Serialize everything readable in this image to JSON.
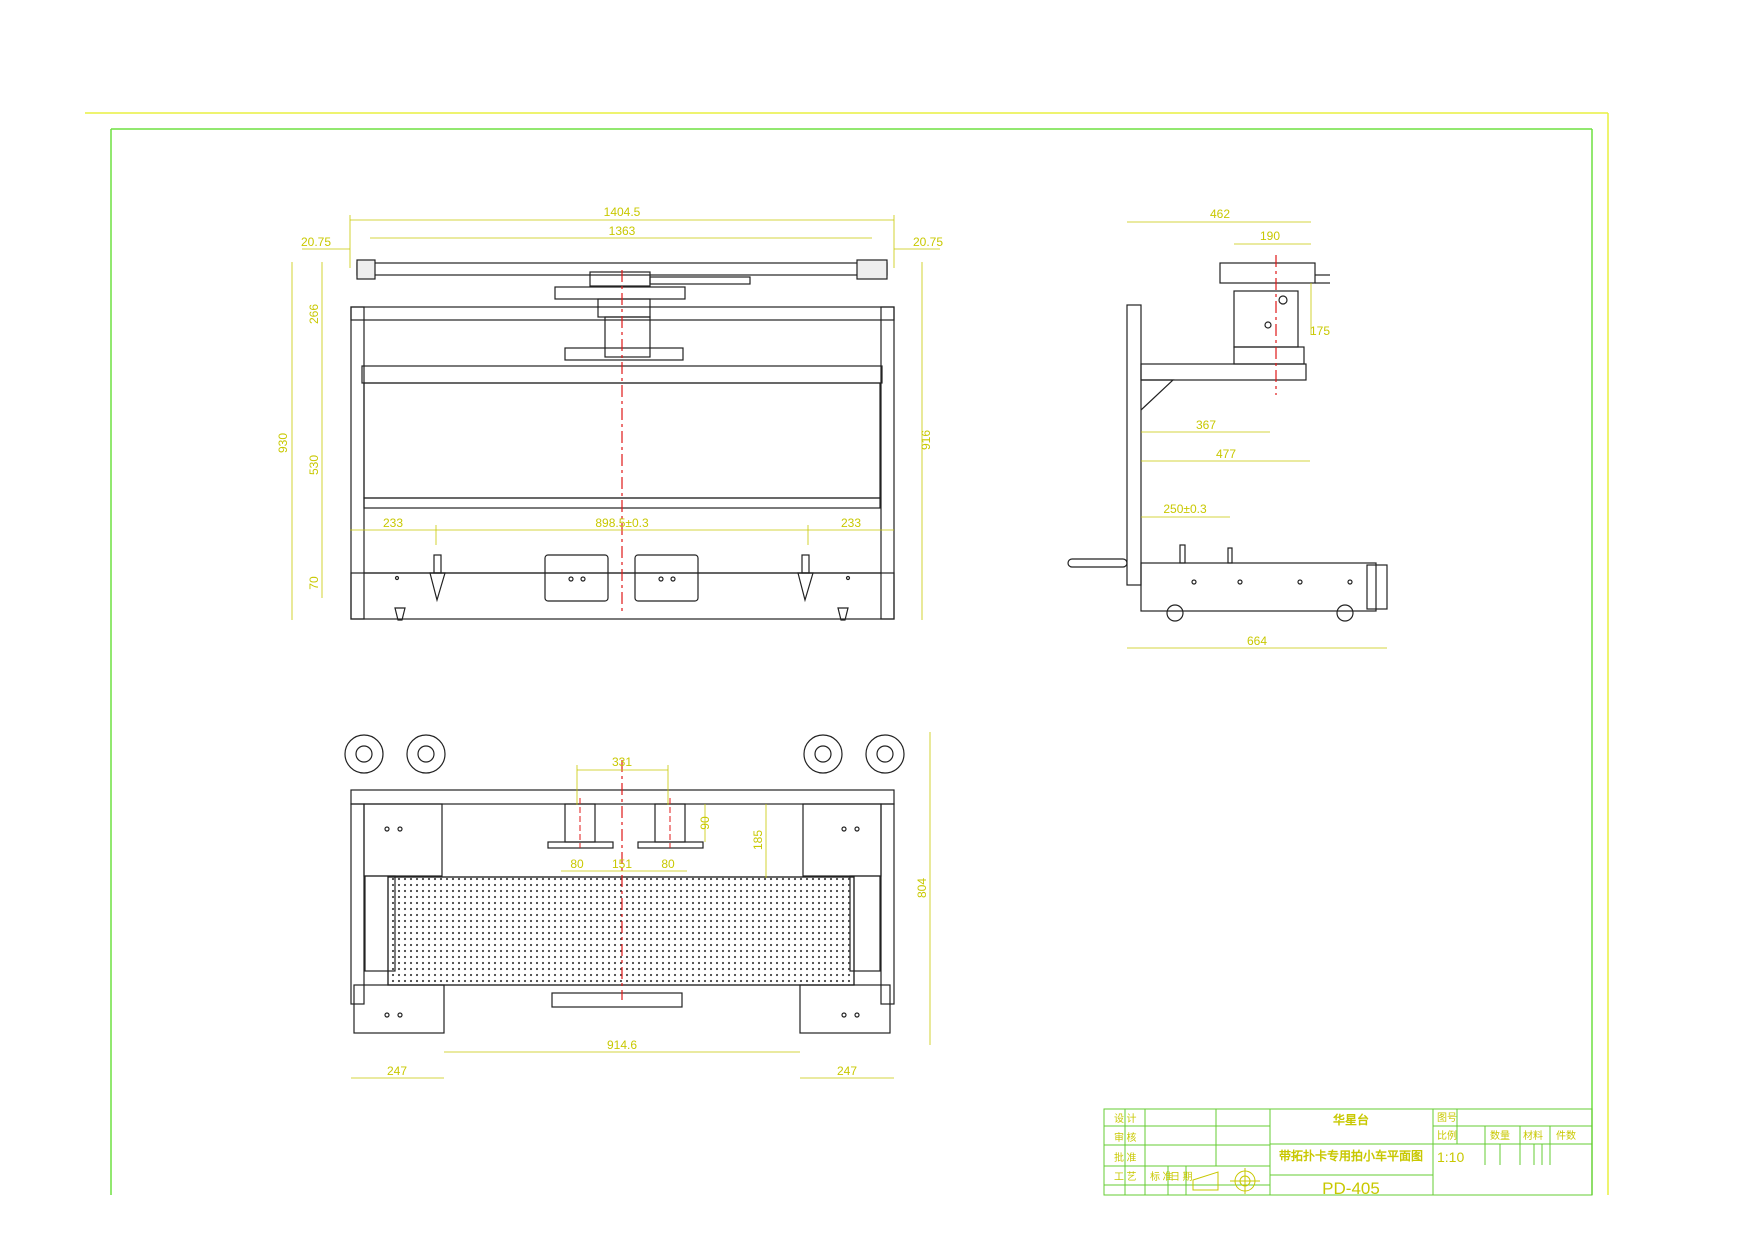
{
  "front_view": {
    "overall_width": "1404.5",
    "rail_length": "1363",
    "left_offset": "20.75",
    "right_offset": "20.75",
    "total_height": "930",
    "upper_height": "266",
    "middle_height": "530",
    "bottom_height": "70",
    "right_height": "916",
    "left_span": "233",
    "center_span": "898.5±0.3",
    "right_span": "233"
  },
  "side_view": {
    "top_width": "462",
    "head_width": "190",
    "head_height": "175",
    "arm_reach": "367",
    "arm_length": "477",
    "pin_offset": "250±0.3",
    "base_length": "664"
  },
  "top_view": {
    "bracket_span": "331",
    "bracket_depth": "90",
    "bracket_gap": "185",
    "depth_total": "804",
    "pad_left": "80",
    "pad_center": "151",
    "pad_right": "80",
    "side_left": "247",
    "center_width": "914.6",
    "side_right": "247"
  },
  "title_block": {
    "designer_label": "设 计",
    "checker_label": "审 核",
    "approve_label": "批 准",
    "process_label": "工 艺",
    "standard_label": "标 准",
    "date_label": "日 期",
    "company": "华星台",
    "drawing_title": "带拓扑卡专用拍小车平面图",
    "drawing_no_label": "图号",
    "scale_label": "比例",
    "quantity_label": "数量",
    "material_label": "材料",
    "weight_label": "件数",
    "scale_value": "1:10",
    "drawing_number": "PD-405"
  },
  "colors": {
    "outer_frame": "#e8f040",
    "inner_frame": "#6ee040",
    "dimension": "#c8c800",
    "part_line": "#222222",
    "center_line": "#e01818",
    "title_border": "#66cc33"
  }
}
